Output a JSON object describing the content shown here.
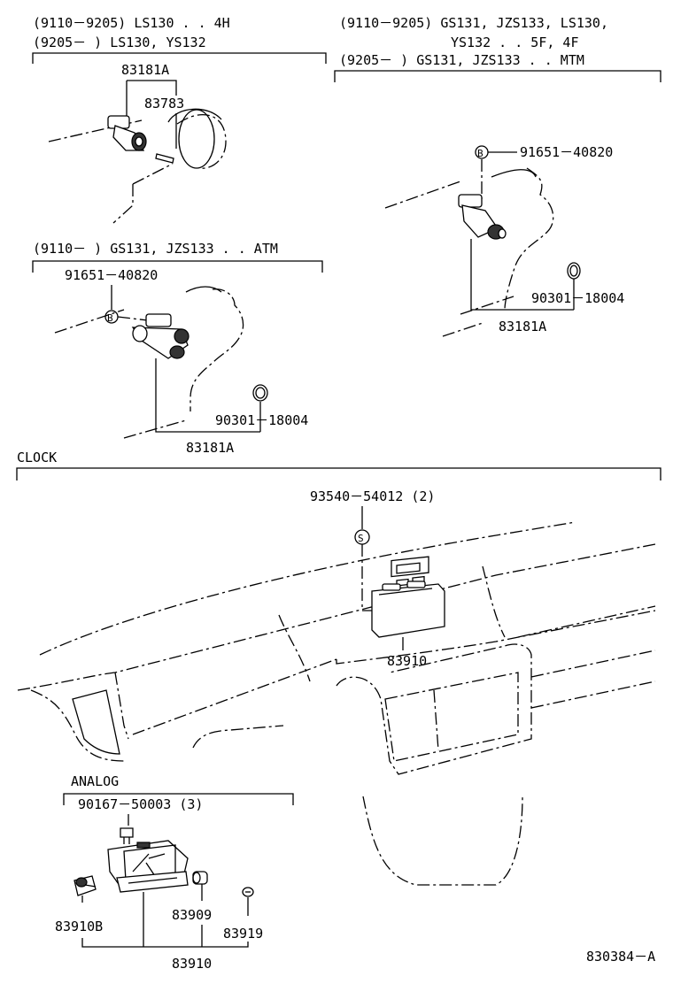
{
  "sections": {
    "tl": {
      "header_line1": "(9110－9205) LS130 . . 4H",
      "header_line2": "(9205－      ) LS130, YS132",
      "labels": [
        "83181A",
        "83783"
      ]
    },
    "tr": {
      "header_line1": "(9110－9205) GS131, JZS133, LS130,",
      "header_line2": "YS132 . . 5F, 4F",
      "header_line3": "(9205－      ) GS131, JZS133 . . MTM",
      "labels": [
        "91651－40820",
        "90301－18004",
        "83181A"
      ],
      "bolt_marker": "B"
    },
    "ml": {
      "header": "(9110－      ) GS131, JZS133 . . ATM",
      "labels": [
        "91651－40820",
        "90301－18004",
        "83181A"
      ],
      "bolt_marker": "B"
    },
    "clock": {
      "header": "CLOCK",
      "labels": [
        "93540－54012 (2)",
        "83910"
      ],
      "screw_marker": "S"
    },
    "analog": {
      "header": "ANALOG",
      "labels": [
        "90167－50003 (3)",
        "83910B",
        "83909",
        "83919",
        "83910"
      ]
    }
  },
  "figure_code": "830384－A"
}
